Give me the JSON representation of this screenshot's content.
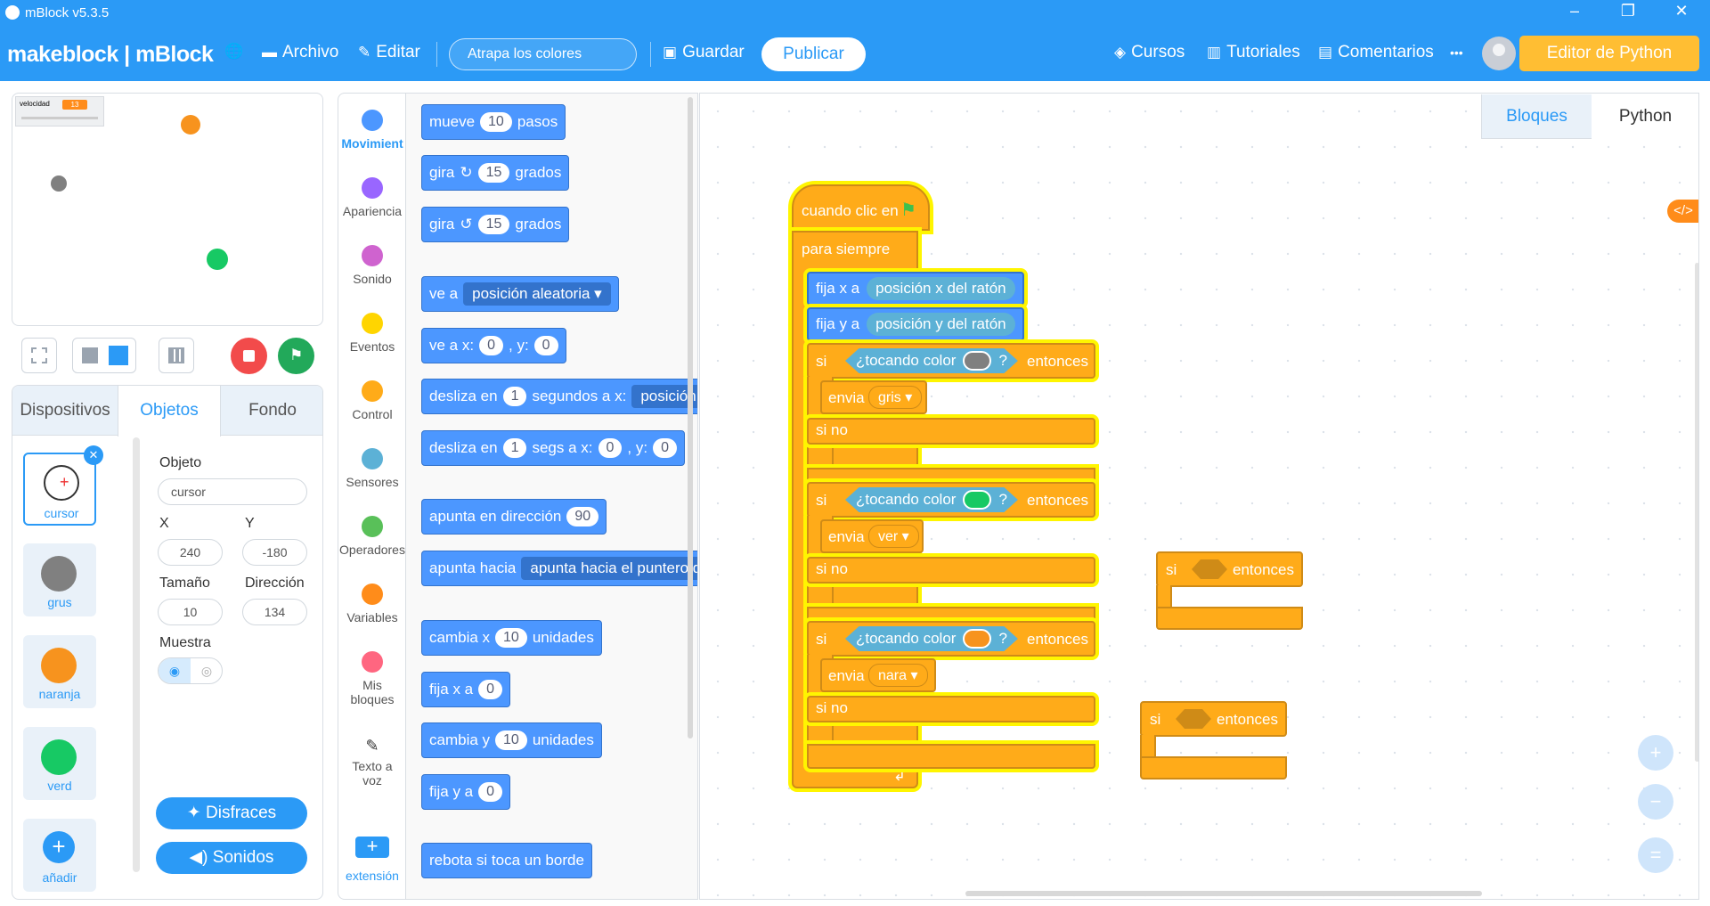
{
  "window": {
    "title": "mBlock v5.3.5"
  },
  "menubar": {
    "brand": "makeblock | mBlock",
    "file": "Archivo",
    "edit": "Editar",
    "project_name": "Atrapa los colores",
    "save": "Guardar",
    "publish": "Publicar",
    "courses": "Cursos",
    "tutorials": "Tutoriales",
    "comments": "Comentarios",
    "more": "•••",
    "python_editor": "Editor de Python"
  },
  "stage": {
    "monitor_label": "velocidad",
    "monitor_value": "13",
    "sprites_on_stage": [
      {
        "color": "#f7931e"
      },
      {
        "color": "#808080"
      },
      {
        "color": "#17c964"
      }
    ]
  },
  "sprite_panel": {
    "tabs": [
      "Dispositivos",
      "Objetos",
      "Fondo"
    ],
    "sprites": [
      {
        "name": "cursor"
      },
      {
        "name": "grus",
        "color": "#808080"
      },
      {
        "name": "naranja",
        "color": "#f7931e"
      },
      {
        "name": "verd",
        "color": "#17c964"
      }
    ],
    "add_label": "añadir",
    "props": {
      "object_label": "Objeto",
      "object_value": "cursor",
      "x_label": "X",
      "x_value": "240",
      "y_label": "Y",
      "y_value": "-180",
      "size_label": "Tamaño",
      "size_value": "10",
      "dir_label": "Dirección",
      "dir_value": "134",
      "show_label": "Muestra"
    },
    "costumes_btn": "Disfraces",
    "sounds_btn": "Sonidos"
  },
  "categories": [
    {
      "label": "Movimient",
      "color": "#4c97ff"
    },
    {
      "label": "Apariencia",
      "color": "#9966ff"
    },
    {
      "label": "Sonido",
      "color": "#cf63cf"
    },
    {
      "label": "Eventos",
      "color": "#ffd500"
    },
    {
      "label": "Control",
      "color": "#ffab19"
    },
    {
      "label": "Sensores",
      "color": "#5cb1d6"
    },
    {
      "label": "Operadores",
      "color": "#59c059"
    },
    {
      "label": "Variables",
      "color": "#ff8c1a"
    },
    {
      "label": "Mis bloques",
      "color": "#ff6680"
    },
    {
      "label": "Texto a voz"
    },
    {
      "label": "extensión"
    }
  ],
  "palette": {
    "b1": {
      "a": "mueve",
      "v": "10",
      "b": "pasos"
    },
    "b2": {
      "a": "gira",
      "v": "15",
      "b": "grados"
    },
    "b3": {
      "a": "gira",
      "v": "15",
      "b": "grados"
    },
    "b4": {
      "a": "ve a",
      "v": "posición aleatoria ▾"
    },
    "b5": {
      "a": "ve a x:",
      "v": "0",
      "b": ", y:",
      "w": "0"
    },
    "b6": {
      "a": "desliza en",
      "v": "1",
      "b": "segundos a x:",
      "w": "posición"
    },
    "b7": {
      "a": "desliza en",
      "v": "1",
      "b": "segs a x:",
      "w": "0",
      "c": ", y:",
      "z": "0"
    },
    "b8": {
      "a": "apunta en dirección",
      "v": "90"
    },
    "b9": {
      "a": "apunta hacia",
      "v": "apunta hacia el puntero d"
    },
    "b10": {
      "a": "cambia x",
      "v": "10",
      "b": "unidades"
    },
    "b11": {
      "a": "fija x a",
      "v": "0"
    },
    "b12": {
      "a": "cambia y",
      "v": "10",
      "b": "unidades"
    },
    "b13": {
      "a": "fija y a",
      "v": "0"
    },
    "b14": {
      "a": "rebota si toca un borde"
    }
  },
  "workspace": {
    "tabs": [
      "Bloques",
      "Python"
    ],
    "script": {
      "hat": "cuando clic en",
      "forever": "para siempre",
      "setx": "fija x a",
      "setx_val": "posición x del ratón",
      "sety": "fija y a",
      "sety_val": "posición y del ratón",
      "if_label": "si",
      "touching": "¿tocando color",
      "q": "?",
      "then": "entonces",
      "else": "si no",
      "send": "envia",
      "c1": "#808080",
      "m1": "gris ▾",
      "c2": "#17c964",
      "m2": "ver ▾",
      "c3": "#f7931e",
      "m3": "nara ▾"
    },
    "loose": {
      "if_label": "si",
      "then": "entonces"
    }
  }
}
